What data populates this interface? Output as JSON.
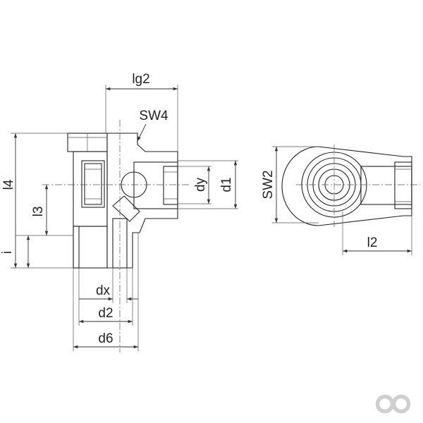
{
  "labels": {
    "lg2": "lg2",
    "sw4": "SW4",
    "l4": "l4",
    "l3": "l3",
    "i": "i",
    "dy": "dy",
    "d1": "d1",
    "dx": "dx",
    "d2": "d2",
    "d6": "d6",
    "sw2": "SW2",
    "l2": "l2"
  },
  "colors": {
    "hatch": "#555555",
    "body_fill": "#e9eaec",
    "bore_fill": "#d3d6da",
    "logo": "#cfcfcf"
  },
  "logo": {
    "icon": "infinity-logo-icon"
  }
}
